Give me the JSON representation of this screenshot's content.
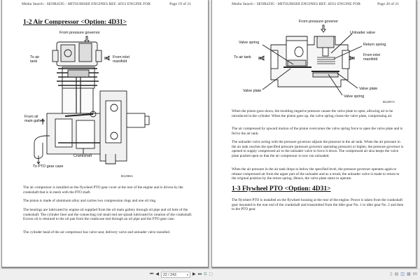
{
  "pages": [
    {
      "header": "Media Search - SENR4595 - MITSUBISHI ENGINES REF. 4D31 ENGINE FOR",
      "page_label": "Page 19 of 21",
      "section_title": "1-2 Air Compressor <Option: 4D31>",
      "figure": {
        "id": "B1296A",
        "labels": {
          "from_governor": "From pressure governor",
          "to_air_tank": "To air\ntank",
          "from_inlet": "From inlet\nmanifold",
          "from_oil": "From oil\nmain gallery",
          "crankshaft": "Crankshaft",
          "to_pto": "To PTO gear case"
        }
      },
      "paragraphs": [
        "The air compressor is installed on the flywheel PTO gear cover at the rear of the engine and is driven by the crankshaft that is in mesh with the PTO shaft.",
        "The piston is made of aluminum alloy and carries two compression rings and one oil ring.",
        "The bearings are lubricated by engine oil supplied from the oil main gallery through oil pipe and oil hole of the crankshaft. The cylinder liner and the connecting rod small end are splash lubricated by rotation of the crankshaft. Excess oil is returned to the oil pan from the crankcase end through an oil pipe and the PTO gear case.",
        "The cylinder head of the air compressor has valve seat, delivery valve and unloader valve installed."
      ]
    },
    {
      "header": "Media Search - SENR4595 - MITSUBISHI ENGINES REF. 4D31 ENGINE FOR",
      "page_label": "Page 20 of 21",
      "figure": {
        "id": "B1297A",
        "labels": {
          "from_governor": "From pressure govenor",
          "unloader_valve": "Unloader valve",
          "valve_spring_top": "Valve spring",
          "return_spring": "Return spring",
          "to_air_tank": "To air tank",
          "from_inlet": "From inlet\nmanifold",
          "valve_plate_left": "Valve plate",
          "valve_plate_right": "Valve plate",
          "valve_spring_bottom": "Valve spring"
        }
      },
      "paragraphs": [
        "When the piston goes down, the resulting negative pressure causes the valve plate to open, allowing air to be introduced in the cylinder. When the piston goes up, the valve spring closes the valve plate, compressing air.",
        "The air compressed by upward motion of the piston overcomes the valve spring force to open the valve plate and is fed to the air tank.",
        "The unloader valve acting with the pressure governor adjusts the pressure in the air tank. When the air pressure in the air tank reaches the specified pressure (pressure governor operating pressure) or higher, the pressure governor is opened to supply compressed air to the unloader valve to force it down. The compressed air also keeps the valve plate pushed open so that the air compressor is now run unloaded.",
        "When the air pressure in the air tank drops to below the specified level, the pressure governor operates again to release compressed air from the upper part of the unloader and as a result, the unloader valve is made to return to the original position by the return spring. Hence, the valve plate starts to operate."
      ],
      "section_title": "1-3 Flywheel PTO <Option: 4D31>",
      "section_paragraphs": [
        "The flywheel PTO is installed on the flywheel housing at the rear of the engine. Power is taken from the crankshaft gear mounted to the rear end of the crankshaft and transmitted from the idler gear No. 1 to idler gear No. 2 and then to the PTO gear."
      ]
    }
  ],
  "toolbar": {
    "first_icon": "first-page-icon",
    "prev_icon": "prev-page-icon",
    "page_value": "22 / 243",
    "next_icon": "next-page-icon",
    "last_icon": "last-page-icon",
    "copy_icon": "copy-icon",
    "paste_icon": "paste-icon",
    "view_modes": [
      "single-page",
      "continuous",
      "two-page",
      "two-page-continuous"
    ],
    "active_view": "two-page",
    "zoom_label": "99"
  }
}
